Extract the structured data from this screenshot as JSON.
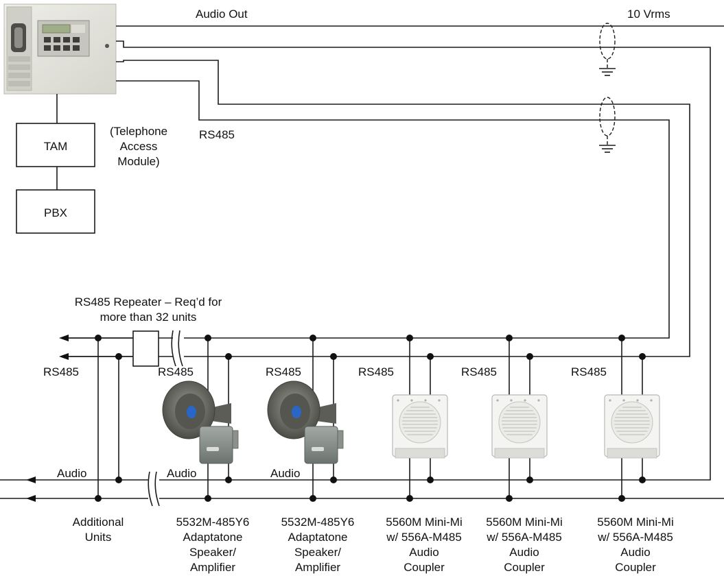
{
  "labels": {
    "audio_out": "Audio Out",
    "vrms": "10 Vrms",
    "rs485_top": "RS485",
    "tam_note_1": "(Telephone",
    "tam_note_2": "Access",
    "tam_note_3": "Module)",
    "tam": "TAM",
    "pbx": "PBX",
    "repeater_1": "RS485 Repeater – Req’d for",
    "repeater_2": "more than 32 units"
  },
  "units": [
    {
      "rs485": "RS485",
      "audio": "Audio",
      "caption": [
        "Additional",
        "Units"
      ],
      "kind": "none"
    },
    {
      "rs485": "RS485",
      "audio": "Audio",
      "caption": [
        "5532M-485Y6",
        "Adaptatone",
        "Speaker/",
        "Amplifier"
      ],
      "kind": "horn"
    },
    {
      "rs485": "RS485",
      "audio": "Audio",
      "caption": [
        "5532M-485Y6",
        "Adaptatone",
        "Speaker/",
        "Amplifier"
      ],
      "kind": "horn"
    },
    {
      "rs485": "RS485",
      "audio": "",
      "caption": [
        "5560M Mini-Mi",
        "w/ 556A-M485",
        "Audio",
        "Coupler"
      ],
      "kind": "box"
    },
    {
      "rs485": "RS485",
      "audio": "",
      "caption": [
        "5560M Mini-Mi",
        "w/ 556A-M485",
        "Audio",
        "Coupler"
      ],
      "kind": "box"
    },
    {
      "rs485": "RS485",
      "audio": "",
      "caption": [
        "5560M Mini-Mi",
        "w/ 556A-M485",
        "Audio",
        "Coupler"
      ],
      "kind": "box"
    }
  ],
  "colors": {
    "panel": "#e4e4dc",
    "horn": "#6f7069",
    "amp": "#8a8f8a",
    "speaker_box": "#f4f4f2",
    "lens": "#2a66c8"
  }
}
